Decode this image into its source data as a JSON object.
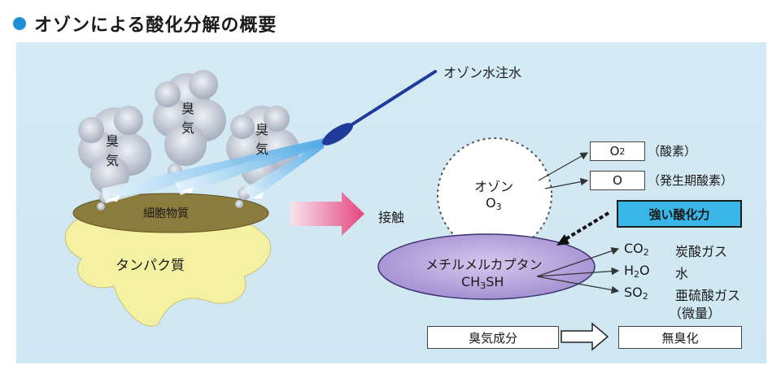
{
  "title": "オゾンによる酸化分解の概要",
  "cloud_label": "臭気",
  "injection_label": "オゾン水注水",
  "cell_label": "細胞物質",
  "protein_label": "タンパク質",
  "contact_label": "接触",
  "ozone": {
    "name": "オゾン",
    "formula_main": "O",
    "formula_sub": "3"
  },
  "products": [
    {
      "formula_main": "O",
      "formula_sub": "2",
      "desc": "（酸素）"
    },
    {
      "formula_main": "O",
      "formula_sub": "",
      "desc": "（発生期酸素）"
    }
  ],
  "strong_oxidation": "強い酸化力",
  "methyl": {
    "name": "メチルメルカプタン",
    "f1": "CH",
    "f_sub": "3",
    "f2": "SH"
  },
  "outputs": [
    {
      "f1": "CO",
      "sub": "2",
      "f2": "",
      "name": "炭酸ガス",
      "note": ""
    },
    {
      "f1": "H",
      "sub": "2",
      "f2": "O",
      "name": "水",
      "note": ""
    },
    {
      "f1": "SO",
      "sub": "2",
      "f2": "",
      "name": "亜硫酸ガス",
      "note": "（微量）"
    }
  ],
  "odor_component": "臭気成分",
  "odorless": "無臭化",
  "colors": {
    "panel": "#d0e8f3",
    "cell": "#8a7a3a",
    "protein": "#f4f0a0",
    "ozone_circle": "#ffffff",
    "methyl": "#b8a6dc",
    "strong_box": "#38b6e8",
    "bullet": "#1f8fd6"
  }
}
